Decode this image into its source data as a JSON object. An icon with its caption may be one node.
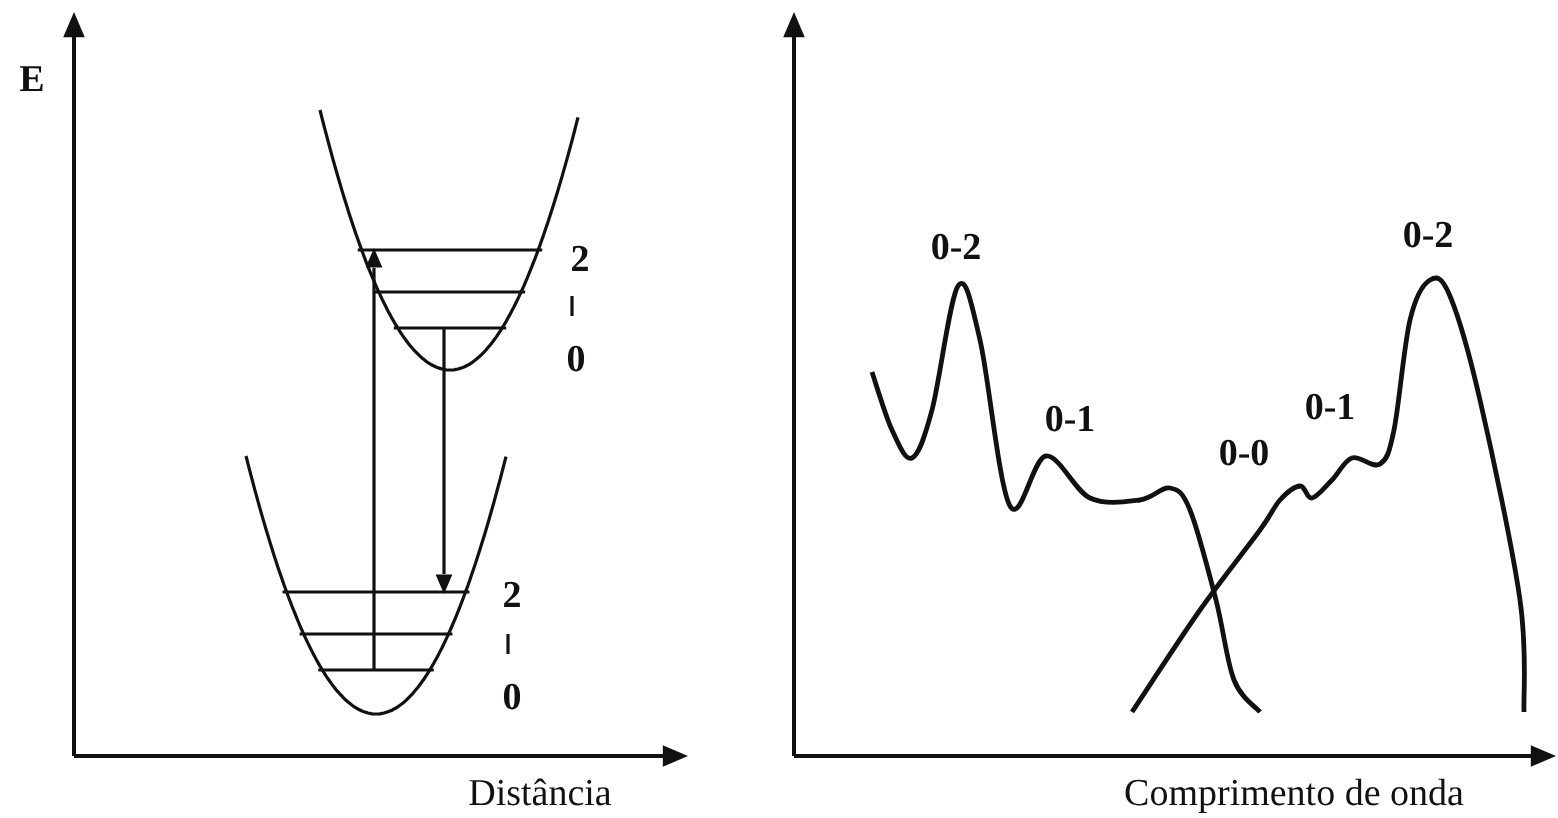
{
  "diagram": {
    "labels": [
      "E",
      "2",
      "0",
      "2",
      "0",
      "Distância",
      "0-2",
      "0-1",
      "0-0",
      "0-1",
      "0-2",
      "Comprimento de onda"
    ]
  }
}
